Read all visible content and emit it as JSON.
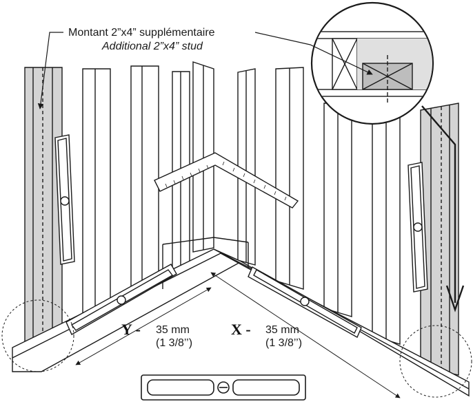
{
  "labels": {
    "stud_fr": "Montant 2”x4” supplémentaire",
    "stud_en": "Additional 2”x4” stud",
    "y_letter": "Y -",
    "y_value": "35 mm",
    "y_inch": "(1 3/8’’)",
    "x_letter": "X -",
    "x_value": "35 mm",
    "x_inch": "(1 3/8’’)"
  },
  "colors": {
    "line": "#1a1a1a",
    "stud_gray": "#cfcfcf",
    "light_gray": "#e6e6e6"
  }
}
